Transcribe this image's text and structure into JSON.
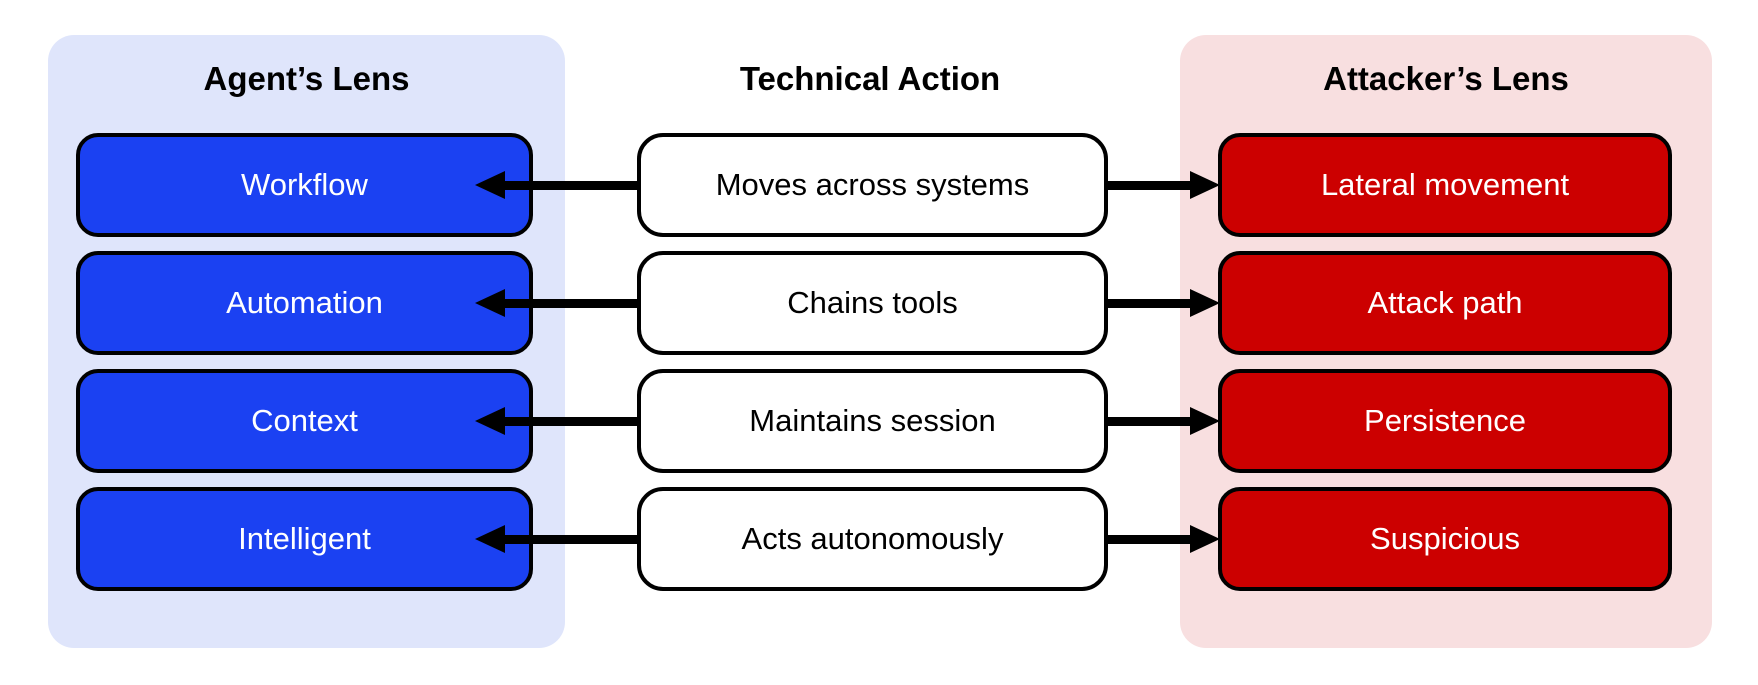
{
  "diagram": {
    "columns": {
      "agent": {
        "title": "Agent’s Lens",
        "panel_color": "#dfe5fb",
        "node_color": "#1b41f2",
        "node_text_color": "#ffffff"
      },
      "action": {
        "title": "Technical Action",
        "node_color": "#ffffff",
        "node_text_color": "#000000"
      },
      "attacker": {
        "title": "Attacker’s Lens",
        "panel_color": "#f8dfe0",
        "node_color": "#cc0000",
        "node_text_color": "#ffffff"
      }
    },
    "rows": [
      {
        "agent": "Workflow",
        "action": "Moves across systems",
        "attacker": "Lateral movement",
        "arrow_left": "left-arrow-icon",
        "arrow_right": "right-arrow-icon"
      },
      {
        "agent": "Automation",
        "action": "Chains tools",
        "attacker": "Attack path",
        "arrow_left": "left-arrow-icon",
        "arrow_right": "right-arrow-icon"
      },
      {
        "agent": "Context",
        "action": "Maintains session",
        "attacker": "Persistence",
        "arrow_left": "left-arrow-icon",
        "arrow_right": "right-arrow-icon"
      },
      {
        "agent": "Intelligent",
        "action": "Acts autonomously",
        "attacker": "Suspicious",
        "arrow_left": "left-arrow-icon",
        "arrow_right": "right-arrow-icon"
      }
    ]
  }
}
